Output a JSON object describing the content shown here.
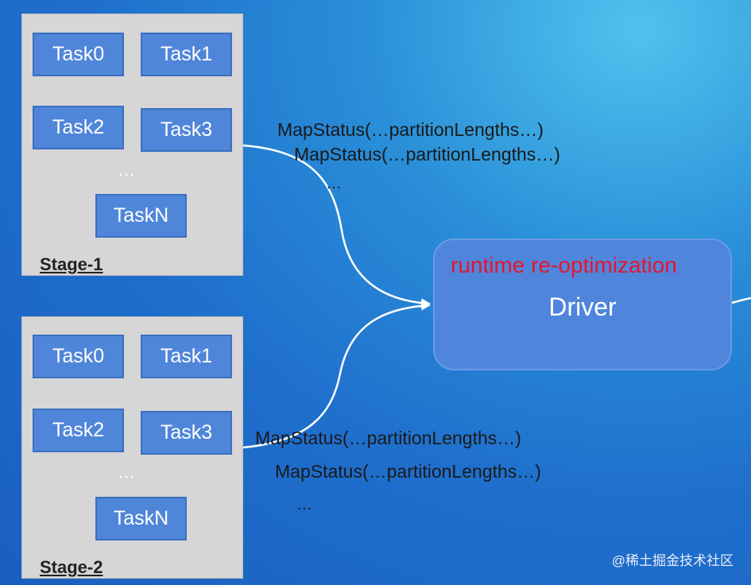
{
  "stage1": {
    "label": "Stage-1",
    "tasks": [
      "Task0",
      "Task1",
      "Task2",
      "Task3",
      "TaskN"
    ],
    "ellipsis": "…"
  },
  "stage2": {
    "label": "Stage-2",
    "tasks": [
      "Task0",
      "Task1",
      "Task2",
      "Task3",
      "TaskN"
    ],
    "ellipsis": "…"
  },
  "messages_top": [
    "MapStatus(…partitionLengths…)",
    "MapStatus(…partitionLengths…)",
    "…"
  ],
  "messages_bottom": [
    "MapStatus(…partitionLengths…)",
    "MapStatus(…partitionLengths…)",
    "…"
  ],
  "driver": {
    "note": "runtime re-optimization",
    "label": "Driver"
  },
  "watermark": "@稀土掘金技术社区",
  "colors": {
    "task_fill": "#4f86d9",
    "driver_fill": "#4f86dc",
    "note_red": "#e8142c",
    "stage_fill": "#d6d6d6"
  }
}
